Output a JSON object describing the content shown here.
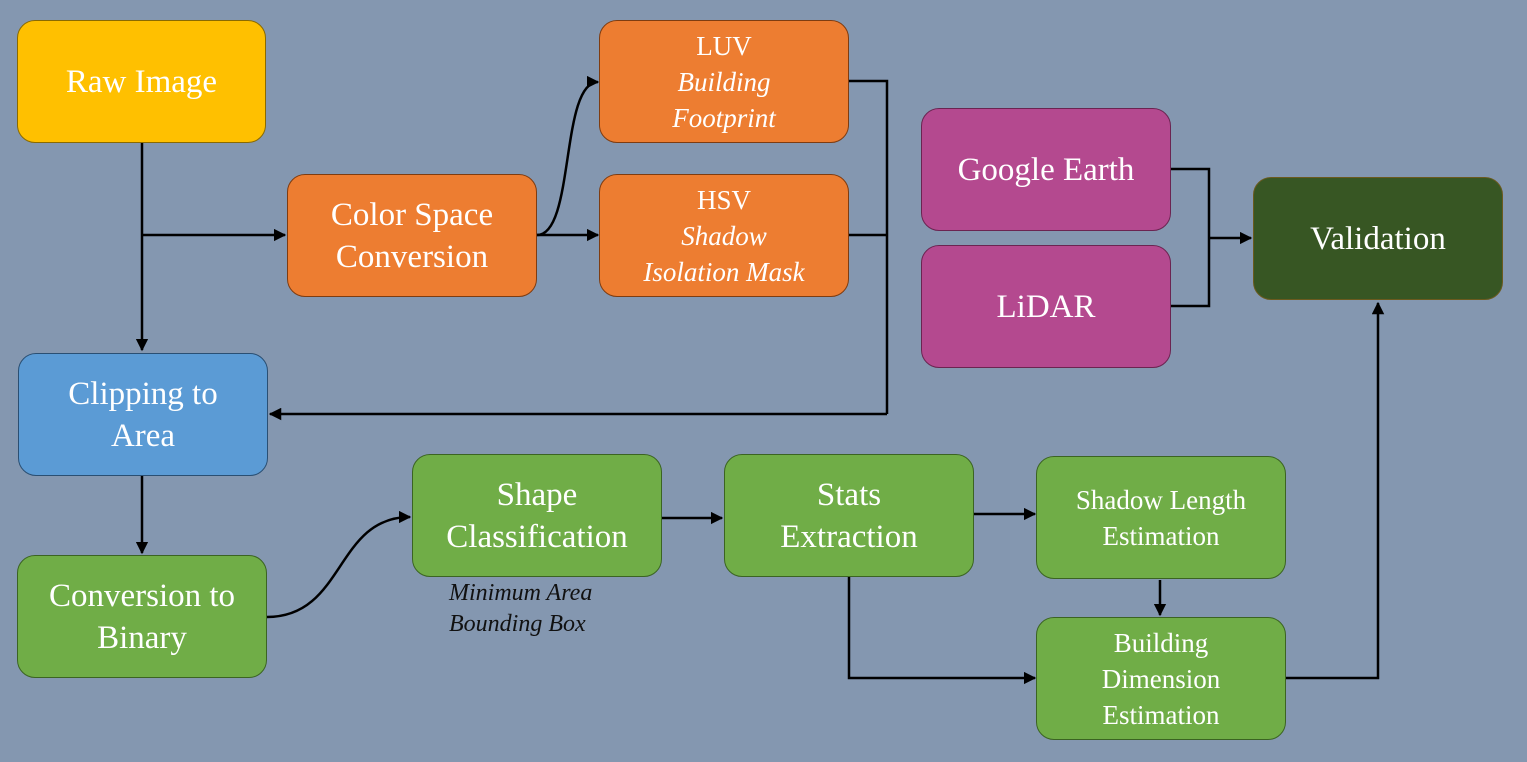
{
  "nodes": {
    "raw_image": {
      "title": "Raw Image"
    },
    "color_space": {
      "line1": "Color Space",
      "line2": "Conversion"
    },
    "luv": {
      "title": "LUV",
      "sub1": "Building",
      "sub2": "Footprint"
    },
    "hsv": {
      "title": "HSV",
      "sub1": "Shadow",
      "sub2": "Isolation Mask"
    },
    "clipping": {
      "line1": "Clipping to",
      "line2": "Area"
    },
    "binary": {
      "line1": "Conversion to",
      "line2": "Binary"
    },
    "shape": {
      "line1": "Shape",
      "line2": "Classification"
    },
    "stats": {
      "line1": "Stats",
      "line2": "Extraction"
    },
    "shadow_length": {
      "line1": "Shadow Length",
      "line2": "Estimation"
    },
    "building_dim": {
      "line1": "Building",
      "line2": "Dimension",
      "line3": "Estimation"
    },
    "google_earth": {
      "title": "Google Earth"
    },
    "lidar": {
      "title": "LiDAR"
    },
    "validation": {
      "title": "Validation"
    }
  },
  "annotations": {
    "shape_note_line1": "Minimum Area",
    "shape_note_line2": "Bounding Box"
  },
  "colors": {
    "background": "#8497b0",
    "raw_image": "#ffc000",
    "color_processing": "#ed7d31",
    "clipping": "#5b9bd5",
    "processing": "#70ad47",
    "reference_data": "#b4498f",
    "validation": "#375623",
    "connector": "#000000"
  }
}
